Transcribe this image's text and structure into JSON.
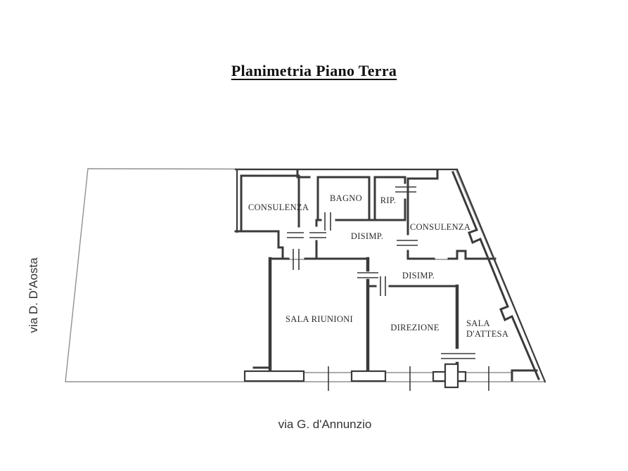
{
  "title": "Planimetria Piano Terra",
  "streets": {
    "left": "via D. D'Aosta",
    "bottom": "via G. d'Annunzio"
  },
  "rooms": {
    "consulenza_left": "CONSULENZA",
    "bagno": "BAGNO",
    "rip": "RIP.",
    "consulenza_right": "CONSULENZA",
    "disimp_upper": "DISIMP.",
    "disimp_lower": "DISIMP.",
    "sala_riunioni": "SALA RIUNIONI",
    "direzione": "DIREZIONE",
    "sala_attesa_line1": "SALA",
    "sala_attesa_line2": "D'ATTESA"
  },
  "colors": {
    "wall": "#3a3a3a",
    "thin": "#909090",
    "text": "#2b2b2b",
    "background": "#ffffff"
  }
}
